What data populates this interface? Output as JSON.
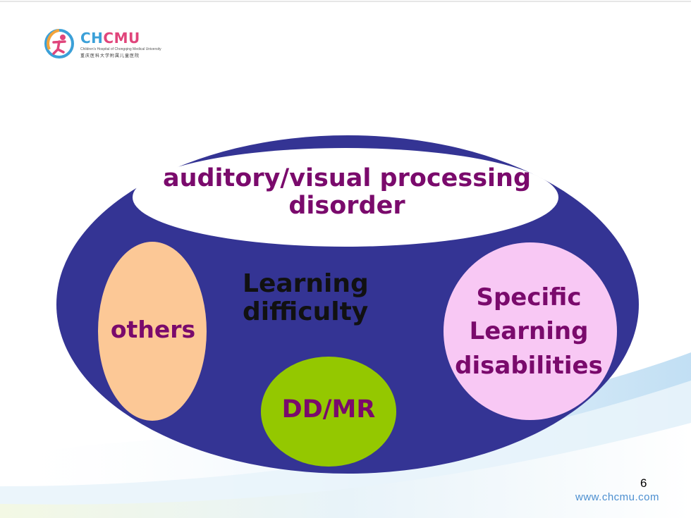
{
  "logo": {
    "name_ch": "CH",
    "name_cmu": "CMU",
    "sub_en": "Children's Hospital of Chongqing Medical University",
    "sub_cn": "重庆医科大学附属儿童医院",
    "colors": {
      "ch": "#3ba0d8",
      "cmu": "#e0457b"
    }
  },
  "diagram": {
    "outer_label": "Learning difficulty",
    "top_label": "auditory/visual processing disorder",
    "left_label": "others",
    "right_label": "Specific Learning disabilities",
    "bottom_label": "DD/MR",
    "colors": {
      "outer": "#343494",
      "top": "#ffffff",
      "left": "#fcc896",
      "right": "#f8c8f4",
      "bottom": "#94c800",
      "label_text": "#7a0a6c"
    }
  },
  "slide_number": "6",
  "website": "www.chcmu.com"
}
